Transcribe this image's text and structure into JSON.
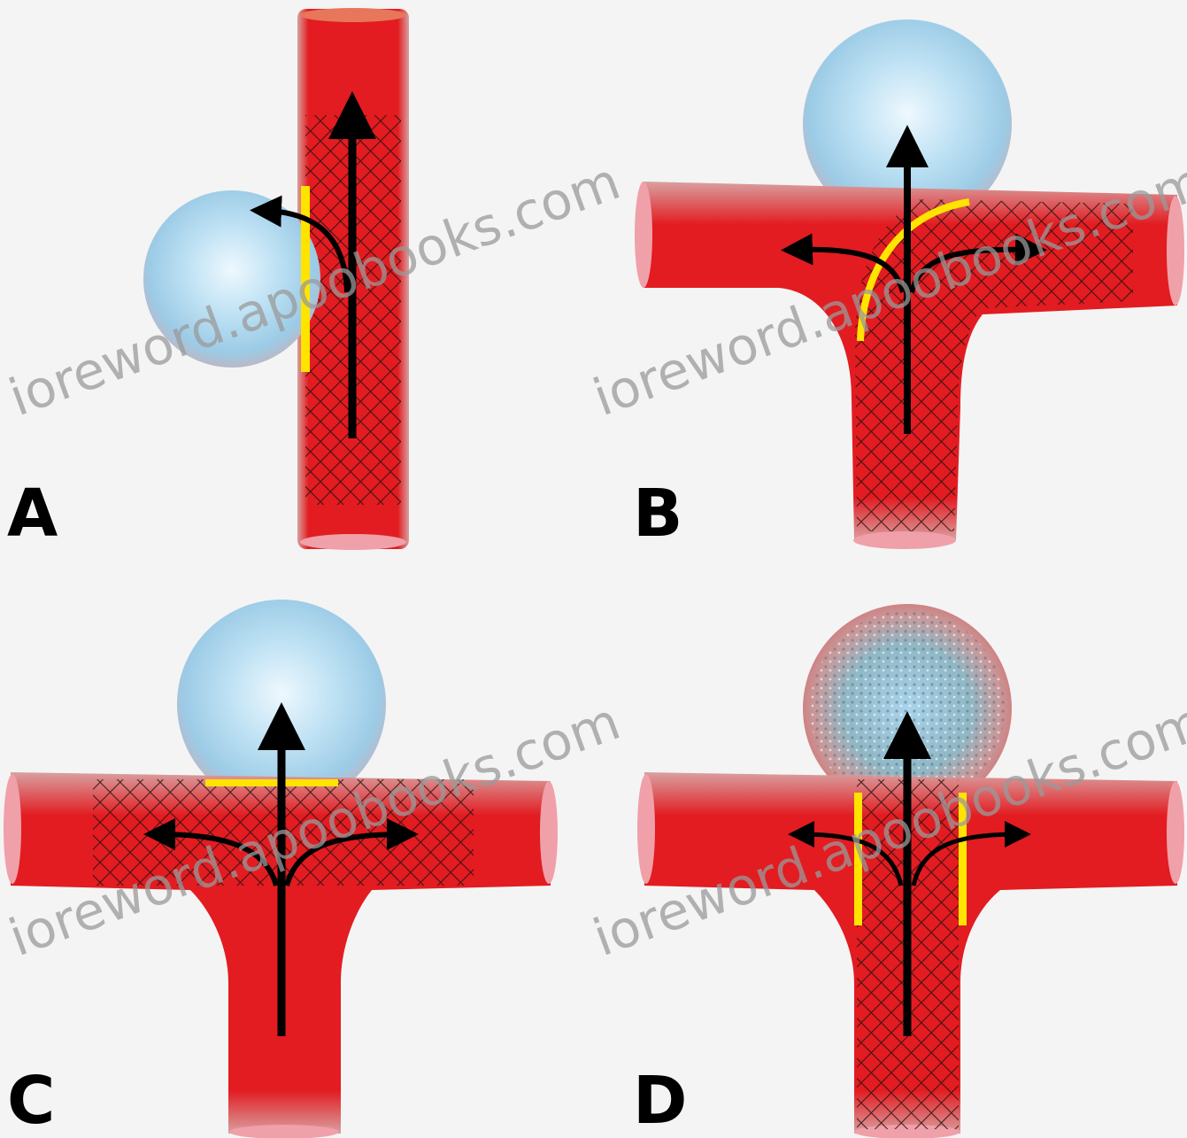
{
  "panels": [
    {
      "label": "A",
      "watermark": "ioreword.apoobooks.com"
    },
    {
      "label": "B",
      "watermark": "ioreword.apoobooks.com"
    },
    {
      "label": "C",
      "watermark": "ioreword.apoobooks.com"
    },
    {
      "label": "D",
      "watermark": "ioreword.apoobooks.com"
    }
  ],
  "colors": {
    "background": "#f4f4f4",
    "vessel": "#e21c21",
    "vessel_dark": "#c81414",
    "aneurysm": "#a8d4ec",
    "aneurysm_center": "#dff1fb",
    "stent_mesh": "#2a1010",
    "coil_edge": "#ffe400",
    "flow_arrow": "#000000",
    "watermark": "#9a9a9a"
  },
  "icons": [
    "flow-arrow-icon",
    "stent-mesh-pattern",
    "aneurysm-sac"
  ]
}
